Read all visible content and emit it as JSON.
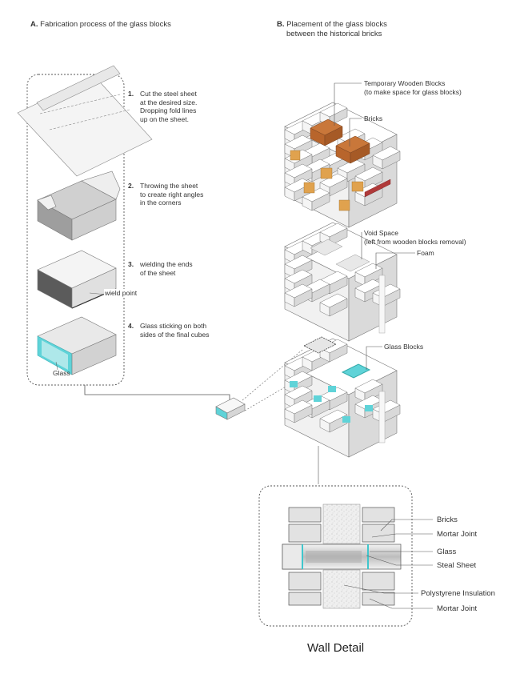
{
  "sectionA": {
    "letter": "A.",
    "title": "Fabrication process of the glass blocks"
  },
  "sectionB": {
    "letter": "B.",
    "title_line1": "Placement of the glass blocks",
    "title_line2": "between the historical bricks"
  },
  "steps": [
    {
      "num": "1.",
      "text": "Cut the steel sheet\nat the desired size.\nDropping fold lines\nup on the sheet."
    },
    {
      "num": "2.",
      "text": "Throwing the sheet\nto create right angles\nin the corners"
    },
    {
      "num": "3.",
      "text": "wielding the ends\nof the sheet"
    },
    {
      "num": "4.",
      "text": "Glass sticking on both\nsides of the final cubes"
    }
  ],
  "callouts": {
    "wield_point": "wield point",
    "glass": "Glass",
    "temporary_wooden": "Temporary Wooden Blocks\n(to make space for glass blocks)",
    "bricks": "Bricks",
    "void_space": "Void Space\n(left from wooden blocks removal)",
    "foam": "Foam",
    "glass_blocks": "Glass Blocks"
  },
  "detail_labels": [
    "Bricks",
    "Mortar Joint",
    "Glass",
    "Steal Sheet",
    "Polystyrene Insulation",
    "Mortar Joint"
  ],
  "detail_title": "Wall Detail",
  "colors": {
    "brick": "#c9773a",
    "wood": "#e0a24e",
    "red": "#b03a3a",
    "glass": "#5fd3d8",
    "line": "#555555",
    "face": "#f4f4f4",
    "side": "#d6d6d6",
    "top": "#ffffff"
  }
}
